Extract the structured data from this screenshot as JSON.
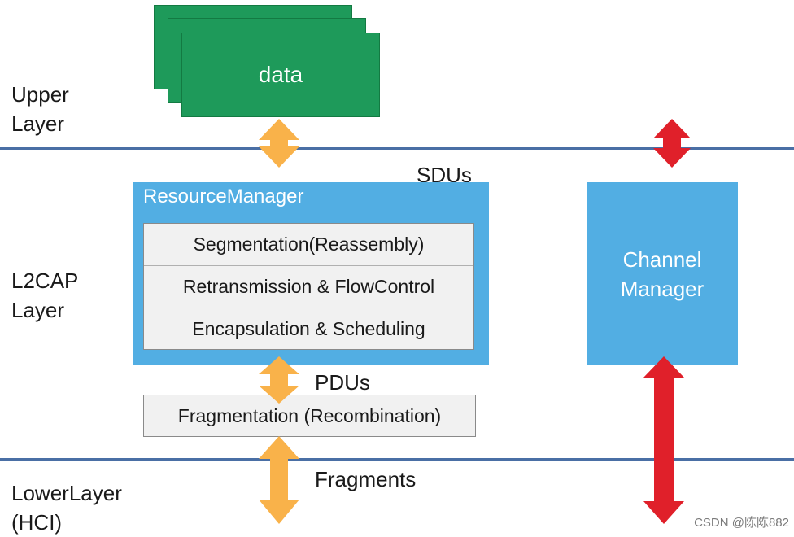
{
  "layers": {
    "upper": "Upper\nLayer",
    "l2cap": "L2CAP\nLayer",
    "lower": "LowerLayer\n(HCI)"
  },
  "data_block": {
    "label": "data"
  },
  "resource_manager": {
    "title": "ResourceManager",
    "rows": [
      "Segmentation(Reassembly)",
      "Retransmission & FlowControl",
      "Encapsulation & Scheduling"
    ]
  },
  "fragmentation": {
    "label": "Fragmentation (Recombination)"
  },
  "channel_manager": {
    "label": "Channel\nManager"
  },
  "tags": {
    "sdus": "SDUs",
    "pdus": "PDUs",
    "fragments": "Fragments"
  },
  "watermark": "CSDN @陈陈882",
  "colors": {
    "green": "#1e9a5a",
    "blue_box": "#52aee3",
    "orange_arrow": "#f9b24a",
    "red_arrow": "#e0202a",
    "divider": "#4a6fa5"
  }
}
